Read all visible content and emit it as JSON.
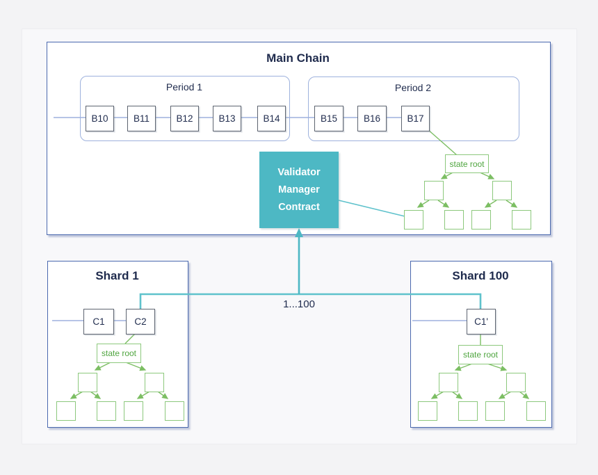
{
  "main_chain": {
    "title": "Main Chain",
    "periods": [
      {
        "label": "Period 1",
        "blocks": [
          "B10",
          "B11",
          "B12",
          "B13",
          "B14"
        ]
      },
      {
        "label": "Period 2",
        "blocks": [
          "B15",
          "B16",
          "B17"
        ]
      }
    ],
    "validator_contract_lines": [
      "Validator",
      "Manager",
      "Contract"
    ],
    "state_root_label": "state root"
  },
  "shards": [
    {
      "title": "Shard 1",
      "blocks": [
        "C1",
        "C2"
      ],
      "state_root_label": "state root"
    },
    {
      "title": "Shard 100",
      "blocks": [
        "C1'"
      ],
      "state_root_label": "state root"
    }
  ],
  "connector": {
    "label": "1...100"
  },
  "colors": {
    "teal_fill": "#4db8c4",
    "teal_line": "#5fc2cc",
    "green": "#7cbe63",
    "green_text": "#4fa53f",
    "box_border_blue": "#4a68ae",
    "period_blue": "#9db1dd",
    "navy_text": "#1f2b4d"
  }
}
